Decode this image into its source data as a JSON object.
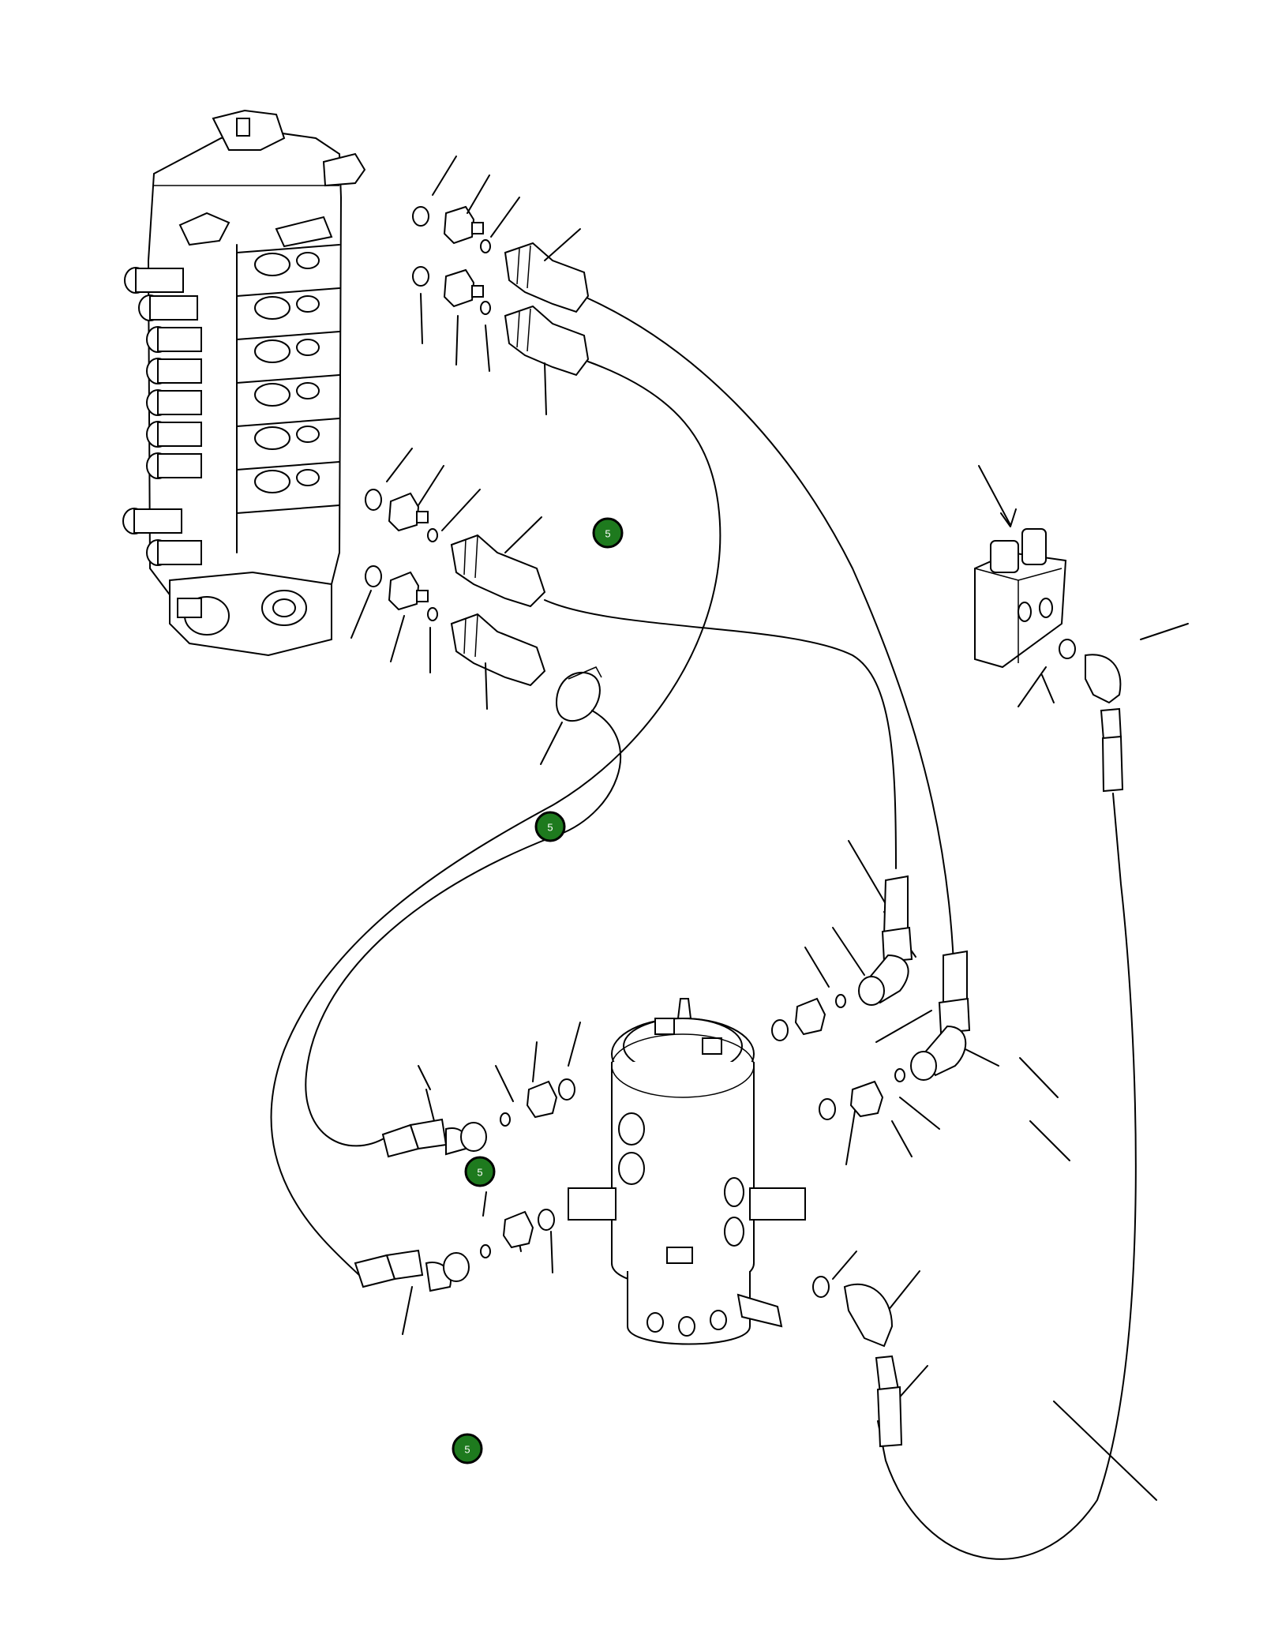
{
  "diagram": {
    "hotspots": [
      {
        "label": "5"
      },
      {
        "label": "5"
      },
      {
        "label": "5"
      },
      {
        "label": "5"
      }
    ]
  }
}
